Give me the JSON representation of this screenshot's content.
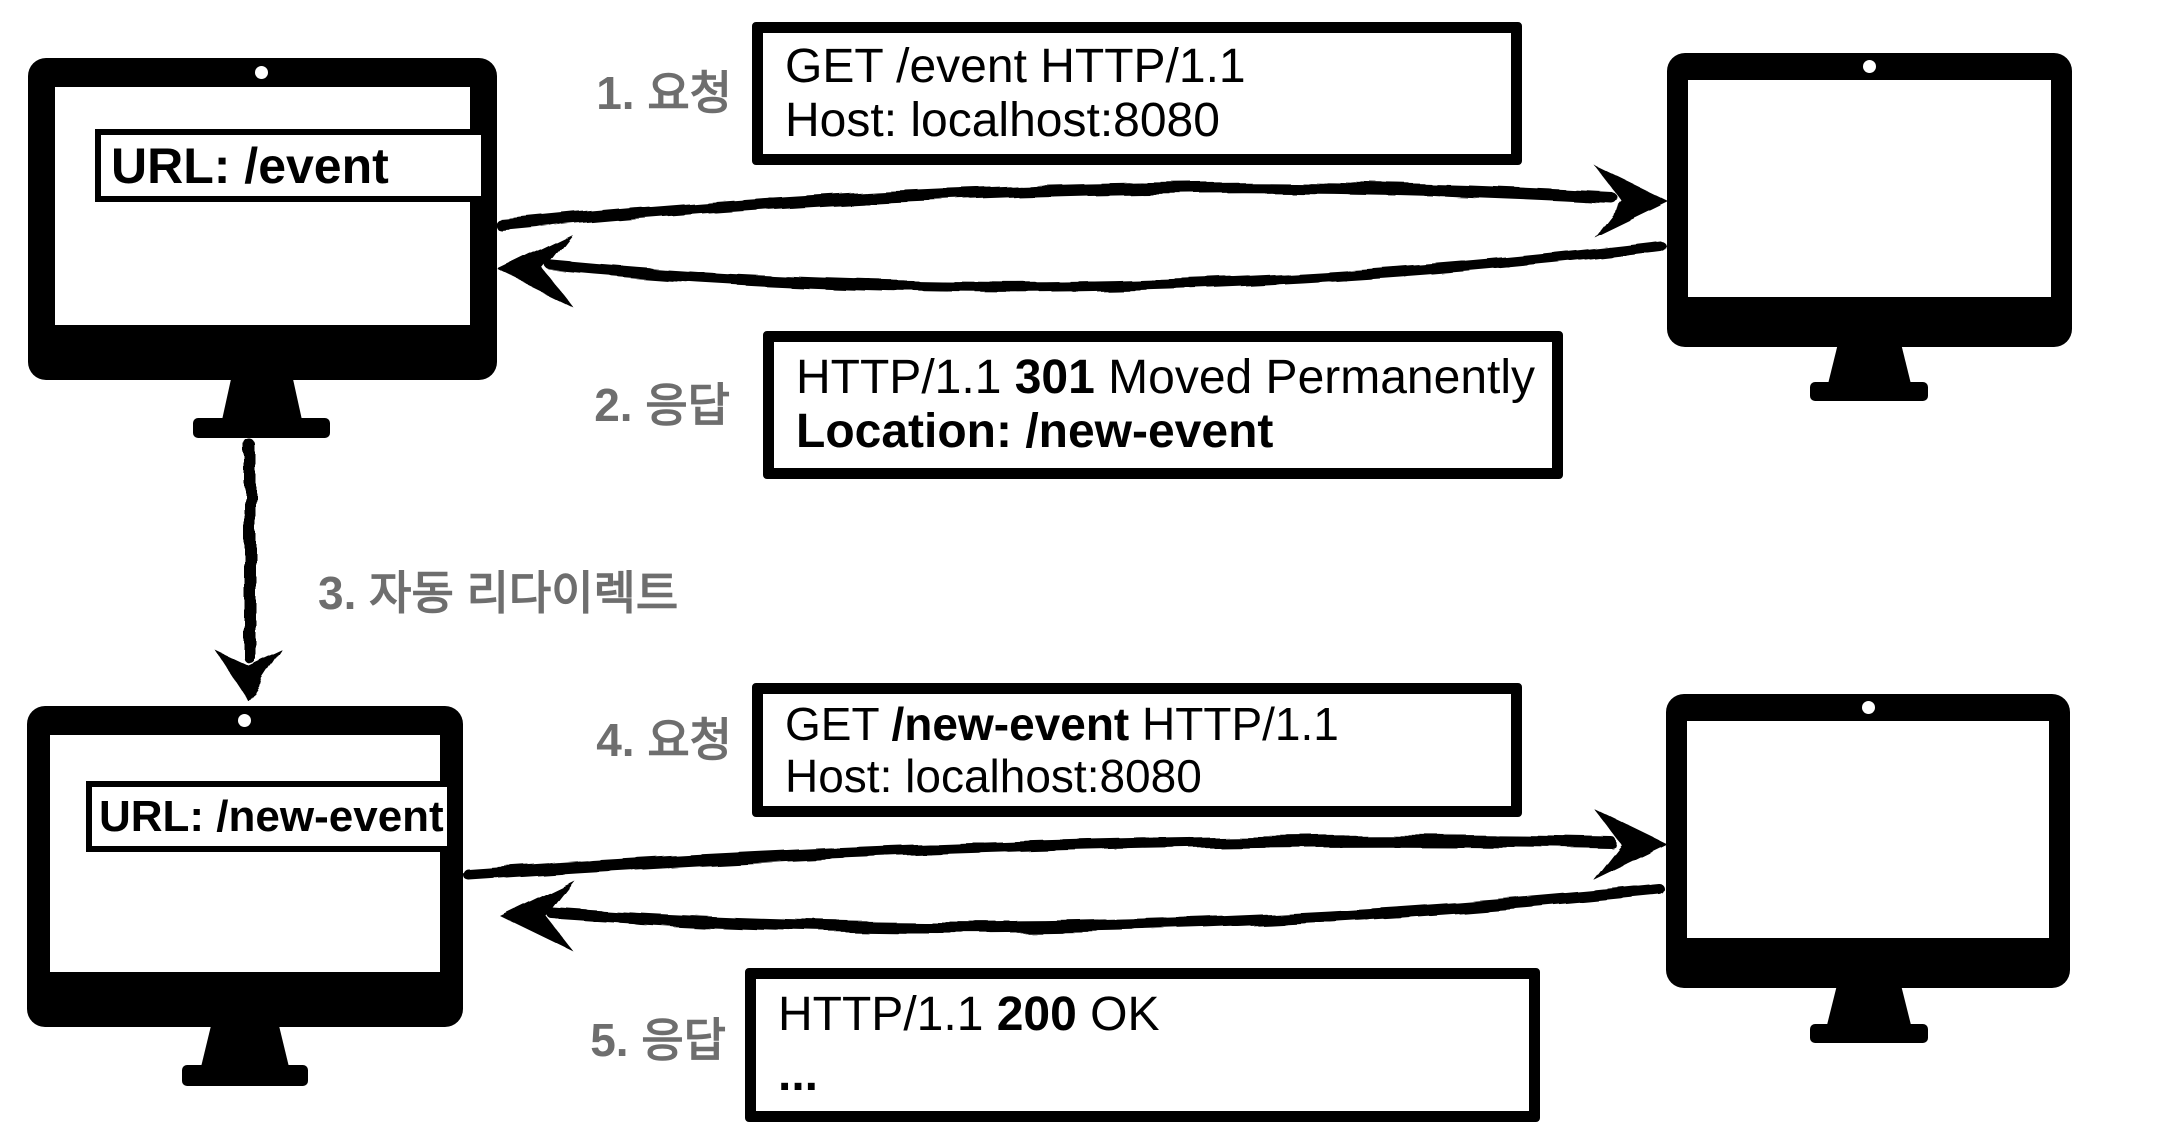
{
  "steps": {
    "step1_label": "1. 요청",
    "step2_label": "2. 응답",
    "step3_label": "3. 자동 리다이렉트",
    "step4_label": "4. 요청",
    "step5_label": "5. 응답"
  },
  "browser_top": {
    "url": "URL: /event"
  },
  "browser_bottom": {
    "url": "URL: /new-event"
  },
  "messages": {
    "request1": {
      "line1": {
        "pre": "GET /event HTTP/1.1"
      },
      "line2": {
        "pre": "Host: localhost:8080"
      }
    },
    "response1": {
      "line1": {
        "pre": "HTTP/1.1 ",
        "strong": "301",
        "post": " Moved Permanently"
      },
      "line2": {
        "strong": "Location: /new-event"
      }
    },
    "request2": {
      "line1": {
        "pre": "GET ",
        "strong": "/new-event",
        "post": " HTTP/1.1"
      },
      "line2": {
        "pre": "Host: localhost:8080"
      }
    },
    "response2": {
      "line1": {
        "pre": "HTTP/1.1 ",
        "strong": "200",
        "post": " OK"
      },
      "line2": {
        "strong": "..."
      }
    }
  },
  "colors": {
    "ink": "#000000",
    "label_gray": "#6e6e6e",
    "background": "#ffffff"
  }
}
